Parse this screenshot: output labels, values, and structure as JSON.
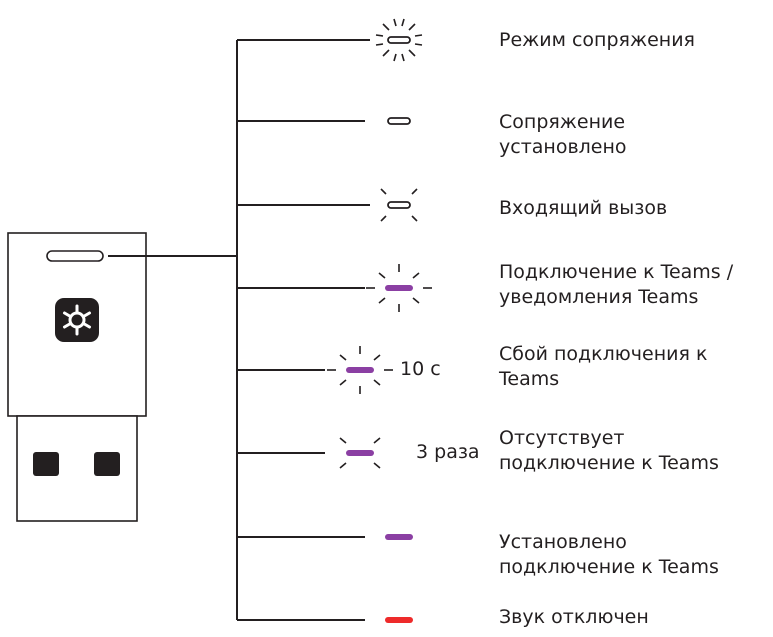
{
  "colors": {
    "line": "#231f20",
    "white_led": "#ffffff",
    "purple_led": "#8b3fa3",
    "red_led": "#ee2a2a",
    "background": "#ffffff"
  },
  "icons": {
    "device_logo": "asterisk-logo-icon",
    "usb_contacts": "usb-pin-icon"
  },
  "states": [
    {
      "text": "Режим сопряжения",
      "led": "white",
      "blink": true,
      "note": ""
    },
    {
      "text": "Сопряжение установлено",
      "led": "white",
      "blink": false,
      "note": ""
    },
    {
      "text": "Входящий вызов",
      "led": "white",
      "blink": true,
      "note": ""
    },
    {
      "text": "Подключение к Teams / уведомления Teams",
      "led": "purple",
      "blink": true,
      "note": ""
    },
    {
      "text": "Сбой подключения к Teams",
      "led": "purple",
      "blink": true,
      "note": "10 с"
    },
    {
      "text": "Отсутствует подключение к Teams",
      "led": "purple",
      "blink": true,
      "note": "3 раза"
    },
    {
      "text": "Установлено подключение к Teams",
      "led": "purple",
      "blink": false,
      "note": ""
    },
    {
      "text": "Звук отключен",
      "led": "red",
      "blink": false,
      "note": ""
    }
  ]
}
